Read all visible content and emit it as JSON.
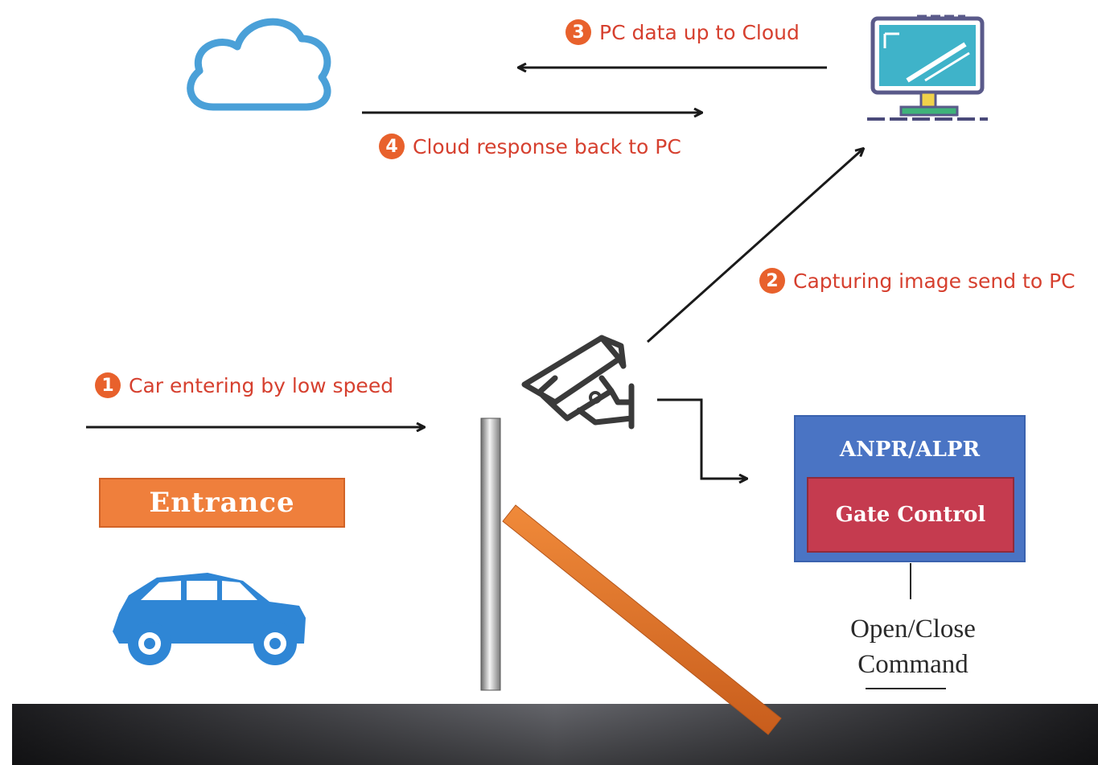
{
  "steps": [
    {
      "num": "1",
      "label": "Car entering by low speed"
    },
    {
      "num": "2",
      "label": "Capturing image send to PC"
    },
    {
      "num": "3",
      "label": "PC data up to Cloud"
    },
    {
      "num": "4",
      "label": "Cloud response back to PC"
    }
  ],
  "entrance_label": "Entrance",
  "anpr": {
    "title": "ANPR/ALPR",
    "gate_label": "Gate Control"
  },
  "command": {
    "line1": "Open/Close",
    "line2": "Command"
  },
  "colors": {
    "step_text": "#d6402f",
    "step_badge": "#e8612c",
    "icon_blue": "#4aa0d8",
    "entrance": "#ef7f3c",
    "anpr_box": "#4a74c4",
    "gate_box": "#c53b4f",
    "barrier_arm": "#e8712a"
  }
}
